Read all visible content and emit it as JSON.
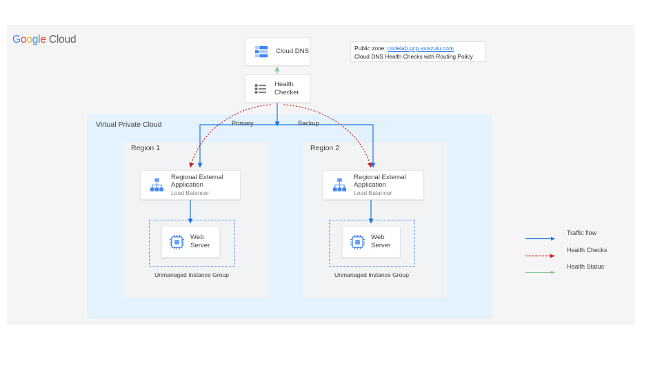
{
  "brand": {
    "name_parts": [
      {
        "t": "G",
        "color": "#4285f4"
      },
      {
        "t": "o",
        "color": "#ea4335"
      },
      {
        "t": "o",
        "color": "#fbbc05"
      },
      {
        "t": "g",
        "color": "#4285f4"
      },
      {
        "t": "l",
        "color": "#34a853"
      },
      {
        "t": "e",
        "color": "#ea4335"
      }
    ],
    "suffix": "Cloud"
  },
  "nodes": {
    "cloud_dns": {
      "title": "Cloud DNS",
      "icon": "cloud-dns-icon"
    },
    "health_checker": {
      "title_line1": "Health",
      "title_line2": "Checker",
      "icon": "health-checker-list-icon"
    },
    "load_balancer_r1": {
      "title_line1": "Regional External",
      "title_line2": "Application",
      "subtitle": "Load Balancer",
      "icon": "load-balancer-icon"
    },
    "load_balancer_r2": {
      "title_line1": "Regional External",
      "title_line2": "Application",
      "subtitle": "Load Balancer",
      "icon": "load-balancer-icon"
    },
    "web_server_r1": {
      "title_line1": "Web",
      "title_line2": "Server",
      "icon": "cpu-chip-icon"
    },
    "web_server_r2": {
      "title_line1": "Web",
      "title_line2": "Server",
      "icon": "cpu-chip-icon"
    }
  },
  "note": {
    "label": "Public zone:",
    "link": "codelab.gcp.axiszulu.com",
    "line2": "Cloud DNS Health Checks with Routing Policy"
  },
  "containers": {
    "vpc_label": "Virtual Private Cloud",
    "region1_label": "Region 1",
    "region2_label": "Region 2",
    "instance_group1_label": "Unmanaged Instance Group",
    "instance_group2_label": "Unmanaged Instance Group"
  },
  "edges": {
    "primary_label": "Primary",
    "backup_label": "Backup"
  },
  "legend": {
    "items": [
      {
        "label": "Traffic flow",
        "color": "#1a73e8",
        "style": "solid-arrow"
      },
      {
        "label": "Health Checks",
        "color": "#c5221f",
        "style": "dotted-arrow"
      },
      {
        "label": "Health Status",
        "color": "#81c995",
        "style": "solid-arrow-light"
      }
    ]
  },
  "colors": {
    "canvas_bg": "#f5f5f5",
    "vpc_bg": "#e3f2fd",
    "region_bg": "#f1f3f4",
    "traffic": "#1a73e8",
    "health_check": "#c5221f",
    "health_status": "#81c995",
    "icon_blue": "#669df6",
    "icon_grey": "#80868b"
  }
}
